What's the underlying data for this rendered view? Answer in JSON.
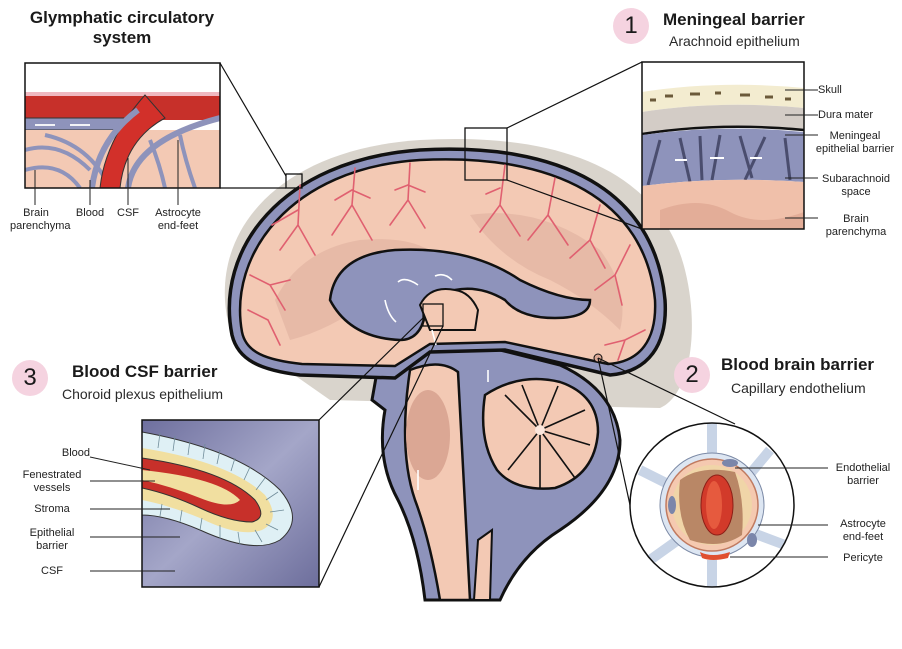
{
  "sections": {
    "glymphatic": {
      "title_line1": "Glymphatic circulatory",
      "title_line2": "system",
      "labels": {
        "brain_parenchyma_1": "Brain",
        "brain_parenchyma_2": "parenchyma",
        "blood": "Blood",
        "csf": "CSF",
        "astrocyte_1": "Astrocyte",
        "astrocyte_2": "end-feet"
      }
    },
    "meningeal": {
      "number": "1",
      "title": "Meningeal barrier",
      "subtitle": "Arachnoid epithelium",
      "labels": {
        "skull": "Skull",
        "dura": "Dura mater",
        "barrier_1": "Meningeal",
        "barrier_2": "epithelial barrier",
        "subarachnoid_1": "Subarachnoid",
        "subarachnoid_2": "space",
        "brain_1": "Brain",
        "brain_2": "parenchyma"
      }
    },
    "bbb": {
      "number": "2",
      "title": "Blood brain barrier",
      "subtitle": "Capillary endothelium",
      "labels": {
        "endothelial_1": "Endothelial",
        "endothelial_2": "barrier",
        "astrocyte_1": "Astrocyte",
        "astrocyte_2": "end-feet",
        "pericyte": "Pericyte"
      }
    },
    "bcsfb": {
      "number": "3",
      "title": "Blood CSF barrier",
      "subtitle": "Choroid plexus epithelium",
      "labels": {
        "blood": "Blood",
        "fenestrated_1": "Fenestrated",
        "fenestrated_2": "vessels",
        "stroma": "Stroma",
        "epithelial_1": "Epithelial",
        "epithelial_2": "barrier",
        "csf": "CSF"
      }
    }
  },
  "colors": {
    "number_badge": "#f5d3e0",
    "brain_tissue": "#f3c9b4",
    "brain_dark": "#dba794",
    "csf": "#8e93bb",
    "blood": "#d2302a",
    "vessels": "#e06070",
    "skull_halo": "#d9d4cc"
  }
}
